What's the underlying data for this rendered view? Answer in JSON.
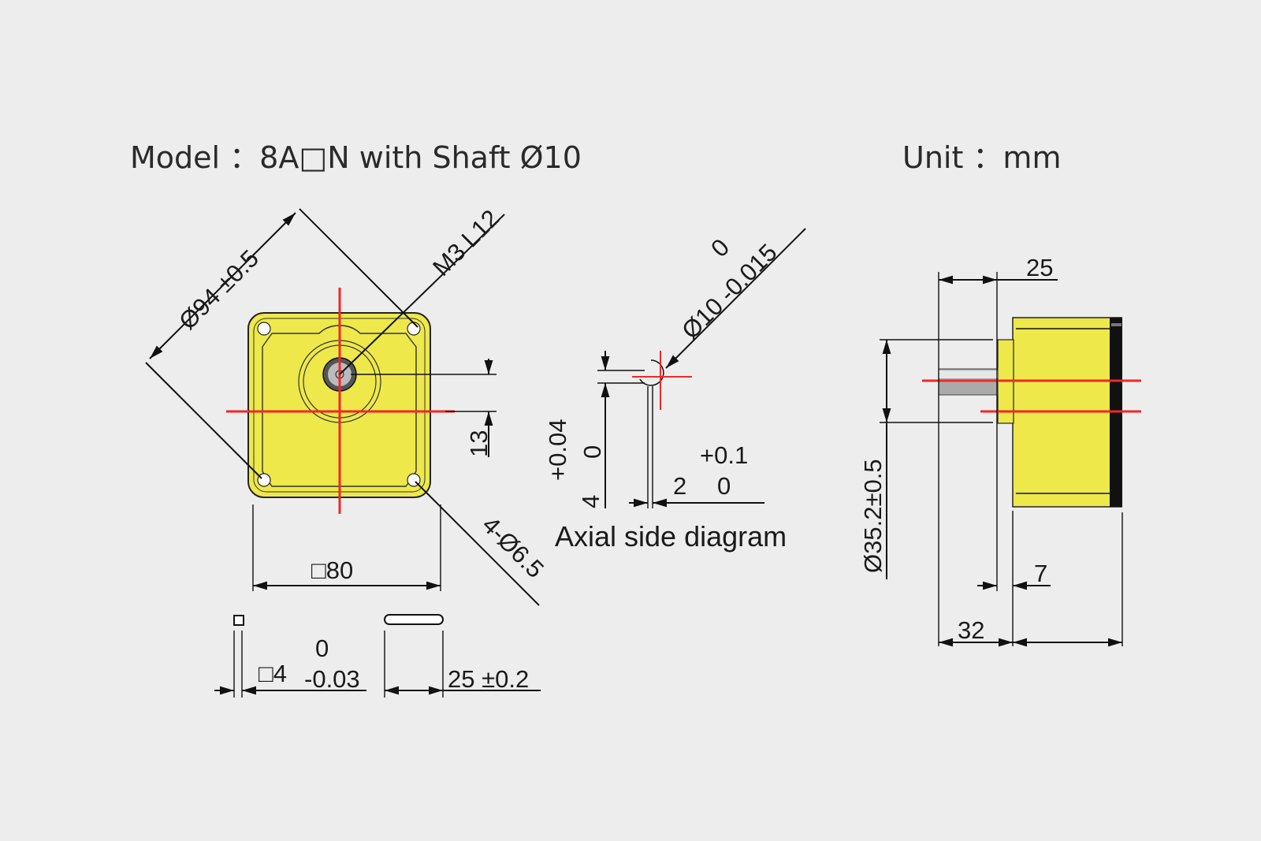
{
  "header": {
    "model_label": "Model ：8A□N with Shaft Ø10",
    "unit_label": "Unit ：mm"
  },
  "front_view": {
    "flange_diameter": "Ø94 ±0.5",
    "screw": "M3 L12",
    "shaft_offset": "13",
    "mount_holes": "4-Ø6.5",
    "square_size": "□80"
  },
  "key": {
    "tol_upper": "0",
    "size": "□4",
    "tol_lower": "-0.03",
    "length": "25 ±0.2"
  },
  "axial_side": {
    "shaft_tol_upper": "0",
    "shaft_diameter": "Ø10 -0.015",
    "keyway_tol_upper": "+0.04",
    "keyway_tol_lower": "0",
    "keyway_width": "4",
    "depth": "2",
    "depth_tol_upper": "+0.1",
    "depth_tol_lower": "0",
    "caption": "Axial side diagram"
  },
  "side_view": {
    "shaft_length": "25",
    "pilot_diameter": "Ø35.2±0.5",
    "pilot_length": "7",
    "total_length": "32"
  },
  "colors": {
    "body": "#eee84a",
    "centerline": "#f02828",
    "background": "#ededed"
  }
}
